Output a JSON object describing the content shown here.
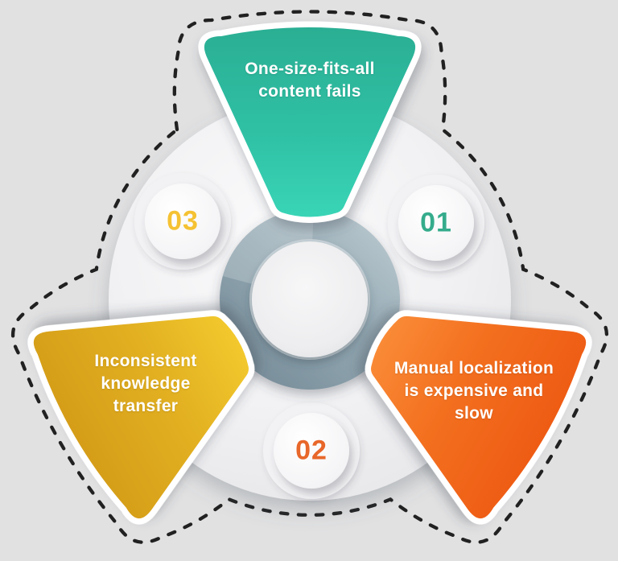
{
  "colors": {
    "background": "#E1E1E2",
    "outline": "#212121",
    "plate_center": "#FBFBFC",
    "plate_edge": "#E7E7E9",
    "ring_dark": "#76.8C98",
    "hub_ring_dark": "#768C98",
    "hub_ring_light": "#B7C6CD",
    "hub_inner": "#F2F2F3",
    "circle_fill": "#FFFFFF"
  },
  "petals": [
    {
      "position": "top",
      "number": "01",
      "label": "One-size-fits-all content fails",
      "gradient_outer": "#2AAD92",
      "gradient_mid": "#2FC0A4",
      "gradient_tip": "#3AD6B8",
      "number_color": "#35AC8C",
      "text_color": "#FFFFFF"
    },
    {
      "position": "bottom-right",
      "number": "02",
      "label": "Manual localization is expensive and slow",
      "gradient_outer": "#EE5A13",
      "gradient_mid": "#F3701F",
      "gradient_tip": "#FA8C38",
      "number_color": "#E8672A",
      "text_color": "#FFFFFF"
    },
    {
      "position": "bottom-left",
      "number": "03",
      "label": "Inconsistent knowledge transfer",
      "gradient_outer": "#D49C17",
      "gradient_mid": "#E2B021",
      "gradient_tip": "#F3CA2E",
      "number_color": "#F5C233",
      "text_color": "#FFFFFF"
    }
  ]
}
